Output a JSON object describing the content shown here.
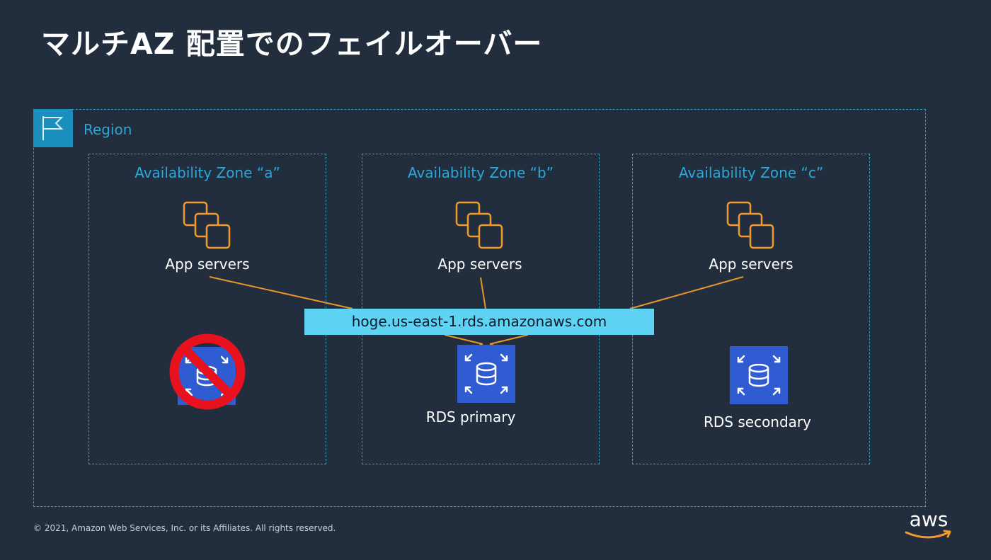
{
  "slide": {
    "title": "マルチAZ 配置でのフェイルオーバー",
    "copyright": "© 2021, Amazon Web Services, Inc. or its Affiliates. All rights reserved.",
    "logo_text": "aws"
  },
  "region": {
    "label": "Region",
    "icon": "flag-icon"
  },
  "zones": [
    {
      "label": "Availability Zone “a”",
      "app_label": "App servers",
      "db_label": "",
      "db_state": "failed"
    },
    {
      "label": "Availability Zone “b”",
      "app_label": "App servers",
      "db_label": "RDS primary",
      "db_state": "primary"
    },
    {
      "label": "Availability Zone “c”",
      "app_label": "App servers",
      "db_label": "RDS secondary",
      "db_state": "secondary"
    }
  ],
  "endpoint": {
    "label": "hoge.us-east-1.rds.amazonaws.com"
  },
  "colors": {
    "background": "#222e3e",
    "zone_border": "#2f9fc7",
    "zone_label": "#2ea6d6",
    "app_icon": "#f19a2a",
    "connector": "#e8952a",
    "endpoint_bg": "#5ed3f3",
    "rds_bg": "#2f5bd3",
    "failed": "#e8111e"
  }
}
